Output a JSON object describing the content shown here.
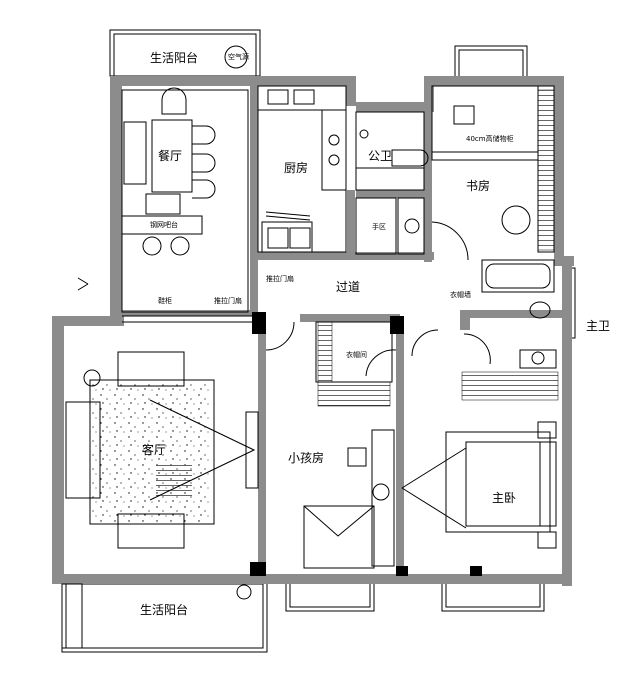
{
  "rooms": {
    "top_balcony": "生活阳台",
    "ac": "空气源",
    "dining": "餐厅",
    "kitchen": "厨房",
    "public_bath": "公卫",
    "study": "书房",
    "cabinet_note": "40cm高储物柜",
    "glass_bar": "钢网吧台",
    "hand_area": "手区",
    "corridor": "过道",
    "sliding_door_a": "推拉门扇",
    "sliding_door_b": "推拉门扇",
    "shoe_cabinet": "鞋柜",
    "wardrobe_wall": "衣帽墙",
    "wardrobe": "衣帽间",
    "living": "客厅",
    "kids_room": "小孩房",
    "master_bed": "主卧",
    "master_bath": "主卫",
    "bottom_balcony": "生活阳台"
  },
  "colors": {
    "wall": "#8c8c8c",
    "line": "#000000",
    "column": "#000000"
  }
}
